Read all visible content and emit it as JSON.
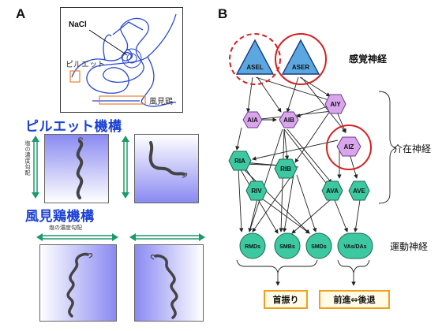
{
  "panel_a": {
    "letter": "A",
    "nacl_label": "NaCl",
    "pirouette_short": "ピルエット",
    "weathervane_short": "風見鶏",
    "pirouette_title": "ピルエット機構",
    "weathervane_title": "風見鶏機構",
    "gradient_label_vertical": "塩の濃度勾配",
    "gradient_label_horizontal": "塩の濃度勾配"
  },
  "panel_b": {
    "letter": "B",
    "class_sensory": "感覚神経",
    "class_inter": "介在神経",
    "class_motor": "運動神経",
    "neurons": {
      "asel": "ASEL",
      "aser": "ASER",
      "aia": "AIA",
      "aib": "AIB",
      "aiy": "AIY",
      "aiz": "AIZ",
      "ria": "RIA",
      "rib": "RIB",
      "riv": "RIV",
      "ava": "AVA",
      "ave": "AVE",
      "rmds": "RMDs",
      "smbs": "SMBs",
      "smds": "SMDs",
      "vas_das": "VAs/DAs"
    },
    "output_head": "首振り",
    "output_locomotion": "前進⇔後退"
  },
  "colors": {
    "sensory_fill": "#5ba8e0",
    "inter_fill": "#d9a6ec",
    "motor_fill": "#3cc8a0",
    "highlight_ring": "#d62020",
    "mechanism_title": "#1a3fd6",
    "gradient": "#6f6ff0",
    "arrow_green": "#1a9a6a",
    "output_border": "#f0a020"
  }
}
